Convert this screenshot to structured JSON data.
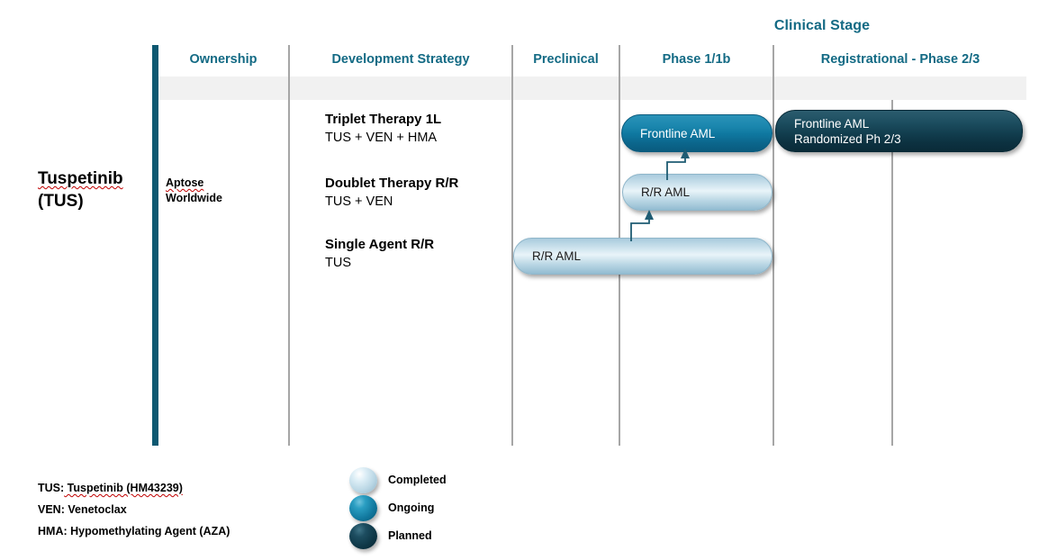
{
  "title": "Clinical Stage",
  "product": {
    "name": "Tuspetinib",
    "abbrev": "(TUS)"
  },
  "columns": [
    {
      "key": "ownership",
      "label": "Ownership"
    },
    {
      "key": "dev_strategy",
      "label": "Development Strategy"
    },
    {
      "key": "preclinical",
      "label": "Preclinical"
    },
    {
      "key": "phase1",
      "label": "Phase 1/1b"
    },
    {
      "key": "registrational",
      "label": "Registrational - Phase 2/3"
    }
  ],
  "ownership": {
    "company": "Aptose",
    "territory": "Worldwide"
  },
  "strategies": [
    {
      "title": "Triplet Therapy 1L",
      "subtitle": "TUS + VEN + HMA"
    },
    {
      "title": "Doublet Therapy R/R",
      "subtitle": "TUS + VEN"
    },
    {
      "title": "Single Agent R/R",
      "subtitle": "TUS"
    }
  ],
  "programs": [
    {
      "name": "frontline-aml-ph1",
      "label": "Frontline AML",
      "status": "Ongoing"
    },
    {
      "name": "frontline-aml-ph23",
      "label": "Frontline AML\nRandomized Ph 2/3",
      "status": "Planned"
    },
    {
      "name": "rr-aml-doublet",
      "label": "R/R AML",
      "status": "Completed"
    },
    {
      "name": "rr-aml-single",
      "label": "R/R AML",
      "status": "Completed"
    }
  ],
  "footnotes": [
    {
      "abbr": "TUS:",
      "text": " Tuspetinib (HM43239)",
      "spell_flag": true
    },
    {
      "abbr": "VEN:",
      "text": " Venetoclax",
      "spell_flag": false
    },
    {
      "abbr": "HMA:",
      "text": " Hypomethylating Agent (AZA)",
      "spell_flag": false
    }
  ],
  "legend": [
    {
      "label": "Completed",
      "color": "#bcd9e7"
    },
    {
      "label": "Ongoing",
      "color": "#10769c"
    },
    {
      "label": "Planned",
      "color": "#123e4f"
    }
  ],
  "colors": {
    "heading": "#136a84",
    "teal_bar": "#0d5871",
    "grid_line": "#a6a6a6",
    "band": "#f1f1f1",
    "arrow": "#1f5c73",
    "spellcheck": "#c00000"
  },
  "chart_data": {
    "type": "table",
    "title": "Clinical Stage",
    "categories": [
      "Ownership",
      "Development Strategy",
      "Preclinical",
      "Phase 1/1b",
      "Registrational - Phase 2/3"
    ],
    "rows": [
      {
        "strategy": "Triplet Therapy 1L",
        "regimen": "TUS + VEN + HMA",
        "bars": [
          {
            "label": "Frontline AML",
            "status": "Ongoing",
            "from": "Phase 1/1b",
            "to": "Phase 1/1b"
          },
          {
            "label": "Frontline AML Randomized Ph 2/3",
            "status": "Planned",
            "from": "Registrational - Phase 2/3",
            "to": "Registrational - Phase 2/3"
          }
        ]
      },
      {
        "strategy": "Doublet Therapy R/R",
        "regimen": "TUS + VEN",
        "bars": [
          {
            "label": "R/R AML",
            "status": "Completed",
            "from": "Phase 1/1b",
            "to": "Phase 1/1b"
          }
        ]
      },
      {
        "strategy": "Single Agent R/R",
        "regimen": "TUS",
        "bars": [
          {
            "label": "R/R AML",
            "status": "Completed",
            "from": "Preclinical",
            "to": "Phase 1/1b"
          }
        ]
      }
    ],
    "legend_position": "bottom-center",
    "grid": true
  }
}
